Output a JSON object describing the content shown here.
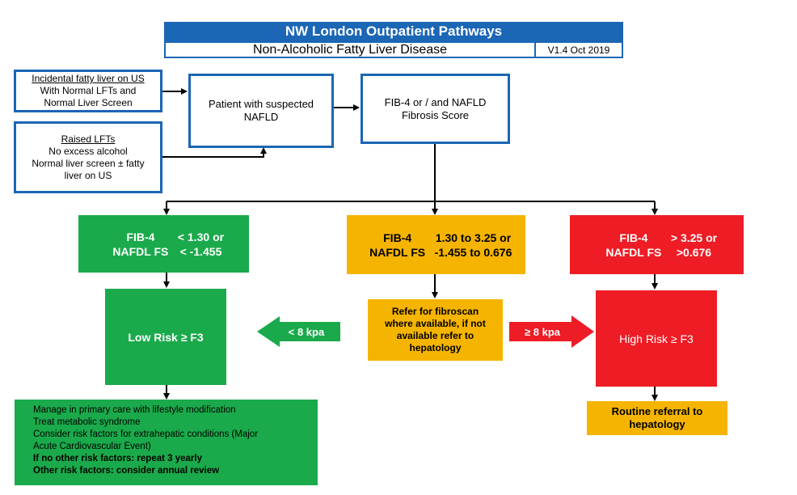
{
  "header": {
    "title": "NW London Outpatient Pathways",
    "subtitle": "Non-Alcoholic Fatty Liver Disease",
    "version": "V1.4 Oct 2019"
  },
  "inputs": {
    "incidental": {
      "heading": "Incidental fatty liver on US",
      "lines": [
        "With Normal LFTs and",
        "Normal Liver Screen"
      ]
    },
    "raised": {
      "heading": "Raised LFTs",
      "lines": [
        "No excess alcohol",
        "Normal liver screen ± fatty",
        "liver on US"
      ]
    }
  },
  "patient_box": {
    "lines": [
      "Patient with suspected",
      "NAFLD"
    ]
  },
  "score_box": {
    "lines": [
      "FIB-4 or / and NAFLD",
      "Fibrosis Score"
    ]
  },
  "criteria": {
    "low": {
      "label1": "FIB-4",
      "value1": "< 1.30 or",
      "label2": "NAFDL FS",
      "value2": "< -1.455"
    },
    "mid": {
      "label1": "FIB-4",
      "value1": "1.30 to 3.25 or",
      "label2": "NAFDL FS",
      "value2": "-1.455 to 0.676"
    },
    "high": {
      "label1": "FIB-4",
      "value1": "> 3.25 or",
      "label2": "NAFDL FS",
      "value2": ">0.676"
    }
  },
  "outcomes": {
    "low_risk": "Low Risk ≥ F3",
    "fibroscan": [
      "Refer for fibroscan",
      "where available, if not",
      "available refer to",
      "hepatology"
    ],
    "high_risk": "High Risk ≥ F3",
    "low_arrow": "< 8 kpa",
    "high_arrow": "≥ 8 kpa"
  },
  "management": {
    "plain": [
      "Manage in primary care with lifestyle modification",
      "Treat metabolic syndrome",
      "Consider risk factors for extrahepatic conditions (Major",
      "Acute Cardiovascular Event)"
    ],
    "bold": [
      "If no other risk factors:  repeat 3 yearly",
      "Other risk factors:  consider annual review"
    ]
  },
  "referral": {
    "lines": [
      "Routine referral to",
      "hepatology"
    ]
  },
  "colors": {
    "blue": "#1b66b5",
    "green": "#1aaa4b",
    "amber": "#f5b400",
    "red": "#ee1c25"
  }
}
